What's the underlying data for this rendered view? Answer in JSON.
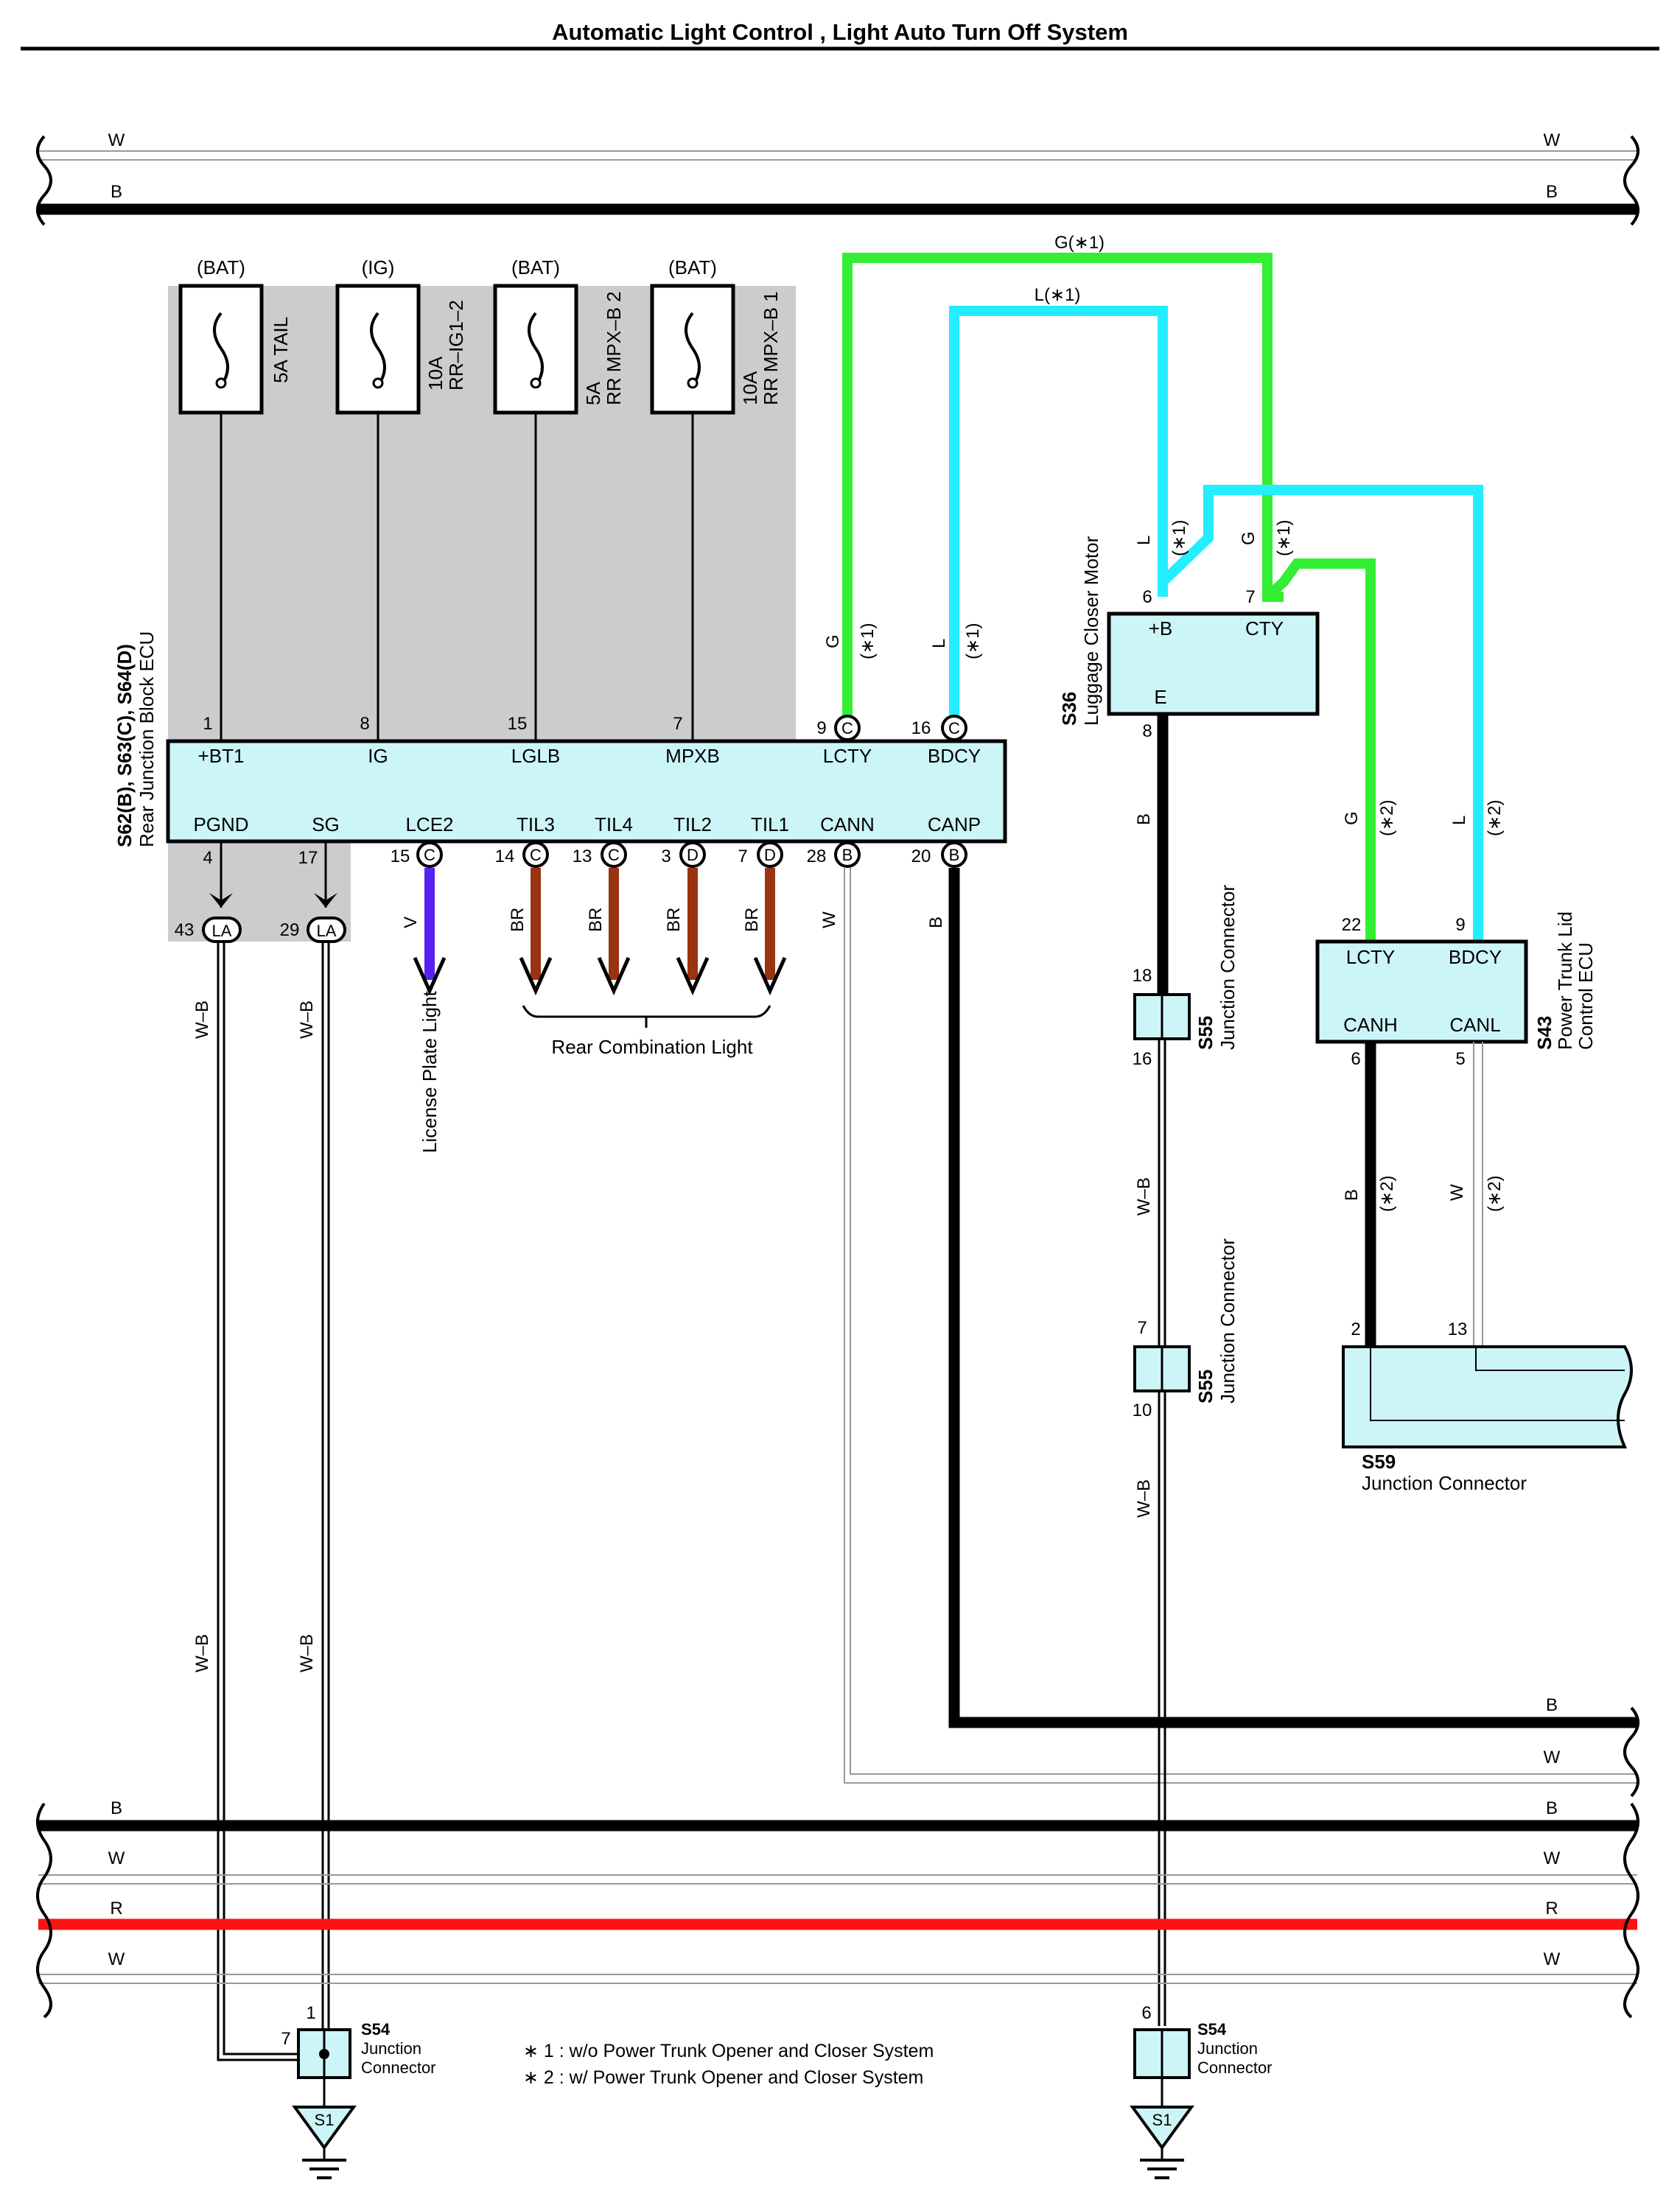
{
  "title": "Automatic Light Control , Light Auto Turn Off System",
  "bus_top": {
    "w_left": "W",
    "w_right": "W",
    "b_left": "B",
    "b_right": "B"
  },
  "fuses": [
    {
      "source": "(BAT)",
      "rating": "5A TAIL",
      "line2": ""
    },
    {
      "source": "(IG)",
      "rating": "10A",
      "line2": "RR–IG1–2"
    },
    {
      "source": "(BAT)",
      "rating": "5A",
      "line2": "RR MPX–B 2"
    },
    {
      "source": "(BAT)",
      "rating": "10A",
      "line2": "RR MPX–B 1"
    }
  ],
  "ecu": {
    "name_line1": "S62(B), S63(C), S64(D)",
    "name_line2": "Rear Junction Block ECU",
    "top_pins": [
      {
        "num": "1",
        "label": "+BT1"
      },
      {
        "num": "8",
        "label": "IG"
      },
      {
        "num": "15",
        "label": "LGLB"
      },
      {
        "num": "7",
        "label": "MPXB"
      },
      {
        "num": "9",
        "label": "LCTY",
        "conn": "C"
      },
      {
        "num": "16",
        "label": "BDCY",
        "conn": "C"
      }
    ],
    "bottom_pins": [
      {
        "num": "4",
        "label": "PGND"
      },
      {
        "num": "17",
        "label": "SG"
      },
      {
        "num": "15",
        "label": "LCE2",
        "conn": "C"
      },
      {
        "num": "14",
        "label": "TIL3",
        "conn": "C"
      },
      {
        "num": "13",
        "label": "TIL4",
        "conn": "C"
      },
      {
        "num": "3",
        "label": "TIL2",
        "conn": "D"
      },
      {
        "num": "7",
        "label": "TIL1",
        "conn": "D"
      },
      {
        "num": "28",
        "label": "CANN",
        "conn": "B"
      },
      {
        "num": "20",
        "label": "CANP",
        "conn": "B"
      }
    ]
  },
  "la": {
    "pin1": "43",
    "pin2": "29",
    "label": "LA"
  },
  "wires": {
    "g1": "G(∗1)",
    "l1": "L(∗1)",
    "g": "G",
    "l": "L",
    "star1": "(∗1)",
    "star2": "(∗2)",
    "wb": "W–B",
    "v": "V",
    "br": "BR",
    "w": "W",
    "b": "B",
    "r": "R"
  },
  "loads": {
    "license": "License Plate Light",
    "rear_comb": "Rear Combination Light"
  },
  "s36": {
    "code": "S36",
    "name": "Luggage Closer Motor",
    "pin_b": "+B",
    "pin_cty": "CTY",
    "pin_e": "E",
    "n6": "6",
    "n7": "7",
    "n8": "8"
  },
  "s43": {
    "code": "S43",
    "name1": "Power Trunk Lid",
    "name2": "Control ECU",
    "lcty": "LCTY",
    "bdcy": "BDCY",
    "canh": "CANH",
    "canl": "CANL",
    "n22": "22",
    "n9": "9",
    "n6": "6",
    "n5": "5"
  },
  "s55a": {
    "code": "S55",
    "name": "Junction Connector",
    "top": "18",
    "bot": "16"
  },
  "s55b": {
    "code": "S55",
    "name": "Junction Connector",
    "top": "7",
    "bot": "10"
  },
  "s59": {
    "code": "S59",
    "name": "Junction Connector",
    "p2": "2",
    "p13": "13"
  },
  "s54a": {
    "code": "S54",
    "name1": "Junction",
    "name2": "Connector",
    "p1": "1",
    "p7": "7"
  },
  "s54b": {
    "code": "S54",
    "name1": "Junction",
    "name2": "Connector",
    "p6": "6"
  },
  "ground": "S1",
  "footnotes": [
    "∗ 1 : w/o Power Trunk Opener and Closer System",
    "∗ 2 : w/ Power Trunk Opener and Closer System"
  ],
  "colors": {
    "green": "#33ee33",
    "cyan": "#22eeff",
    "brown": "#993311",
    "violet": "#5522ee",
    "red": "#ff1111",
    "ecu": "#ccf5f7",
    "shade": "#cccccc"
  }
}
